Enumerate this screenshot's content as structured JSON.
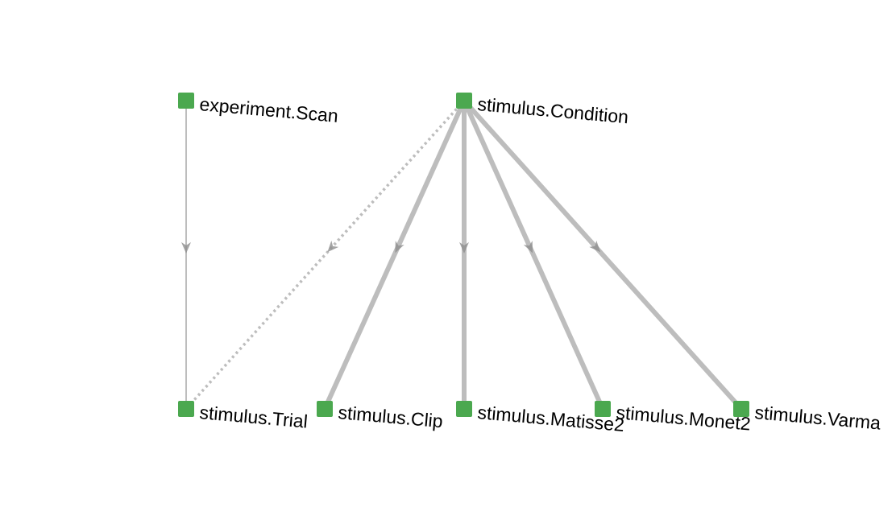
{
  "diagram": {
    "node_color": "#4ba84f",
    "edge_color": "#bdbdbd",
    "arrow_color": "#8f8f8f",
    "nodes": [
      {
        "id": "experiment_scan",
        "label": "experiment.Scan"
      },
      {
        "id": "stimulus_condition",
        "label": "stimulus.Condition"
      },
      {
        "id": "stimulus_trial",
        "label": "stimulus.Trial"
      },
      {
        "id": "stimulus_clip",
        "label": "stimulus.Clip"
      },
      {
        "id": "stimulus_matisse2",
        "label": "stimulus.Matisse2"
      },
      {
        "id": "stimulus_monet2",
        "label": "stimulus.Monet2"
      },
      {
        "id": "stimulus_varma",
        "label": "stimulus.Varma"
      }
    ],
    "edges": [
      {
        "from": "experiment_scan",
        "to": "stimulus_trial",
        "style": "thin"
      },
      {
        "from": "stimulus_condition",
        "to": "stimulus_trial",
        "style": "dotted"
      },
      {
        "from": "stimulus_condition",
        "to": "stimulus_clip",
        "style": "thick"
      },
      {
        "from": "stimulus_condition",
        "to": "stimulus_matisse2",
        "style": "thick"
      },
      {
        "from": "stimulus_condition",
        "to": "stimulus_monet2",
        "style": "thick"
      },
      {
        "from": "stimulus_condition",
        "to": "stimulus_varma",
        "style": "thick"
      }
    ]
  }
}
